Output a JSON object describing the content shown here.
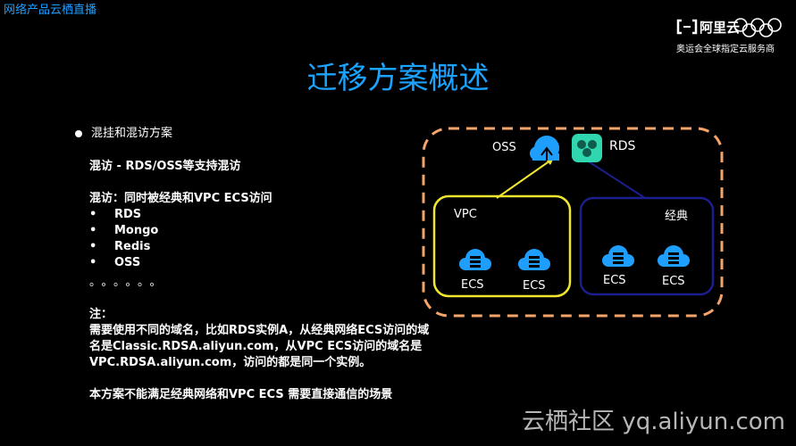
{
  "header": {
    "brand_text": "网络产品云栖直播",
    "logo_name": "阿里云",
    "logo_subtitle": "奥运会全球指定云服务商"
  },
  "slide": {
    "title": "迁移方案概述",
    "bullet_heading": "混挂和混访方案",
    "line1": "混访 - RDS/OSS等支持混访",
    "line2": "混访：同时被经典和VPC ECS访问",
    "list_marker": "•",
    "list": [
      "RDS",
      "Mongo",
      "Redis",
      "OSS"
    ],
    "ellipsis": "。。。。。。",
    "note_label": "注：",
    "note_text": "需要使用不同的域名，比如RDS实例A，从经典网络ECS访问的域名是Classic.RDSA.aliyun.com，从VPC ECS访问的域名是VPC.RDSA.aliyun.com，访问的都是同一个实例。",
    "final_text": "本方案不能满足经典网络和VPC  ECS 需要直接通信的场景"
  },
  "diagram": {
    "oss_label": "OSS",
    "rds_label": "RDS",
    "vpc_label": "VPC",
    "classic_label": "经典",
    "ecs_label_1": "ECS",
    "ecs_label_2": "ECS",
    "ecs_label_3": "ECS",
    "ecs_label_4": "ECS",
    "colors": {
      "outer_dash": "#f4a46b",
      "vpc_border": "#f0e62e",
      "classic_border": "#1c1e8c",
      "ecs_icon": "#1e9fff",
      "rds_icon": "#2fd6b0",
      "arrow_vpc": "#f0e62e",
      "arrow_classic": "#1c1e8c"
    }
  },
  "watermark": "云栖社区 yq.aliyun.com"
}
